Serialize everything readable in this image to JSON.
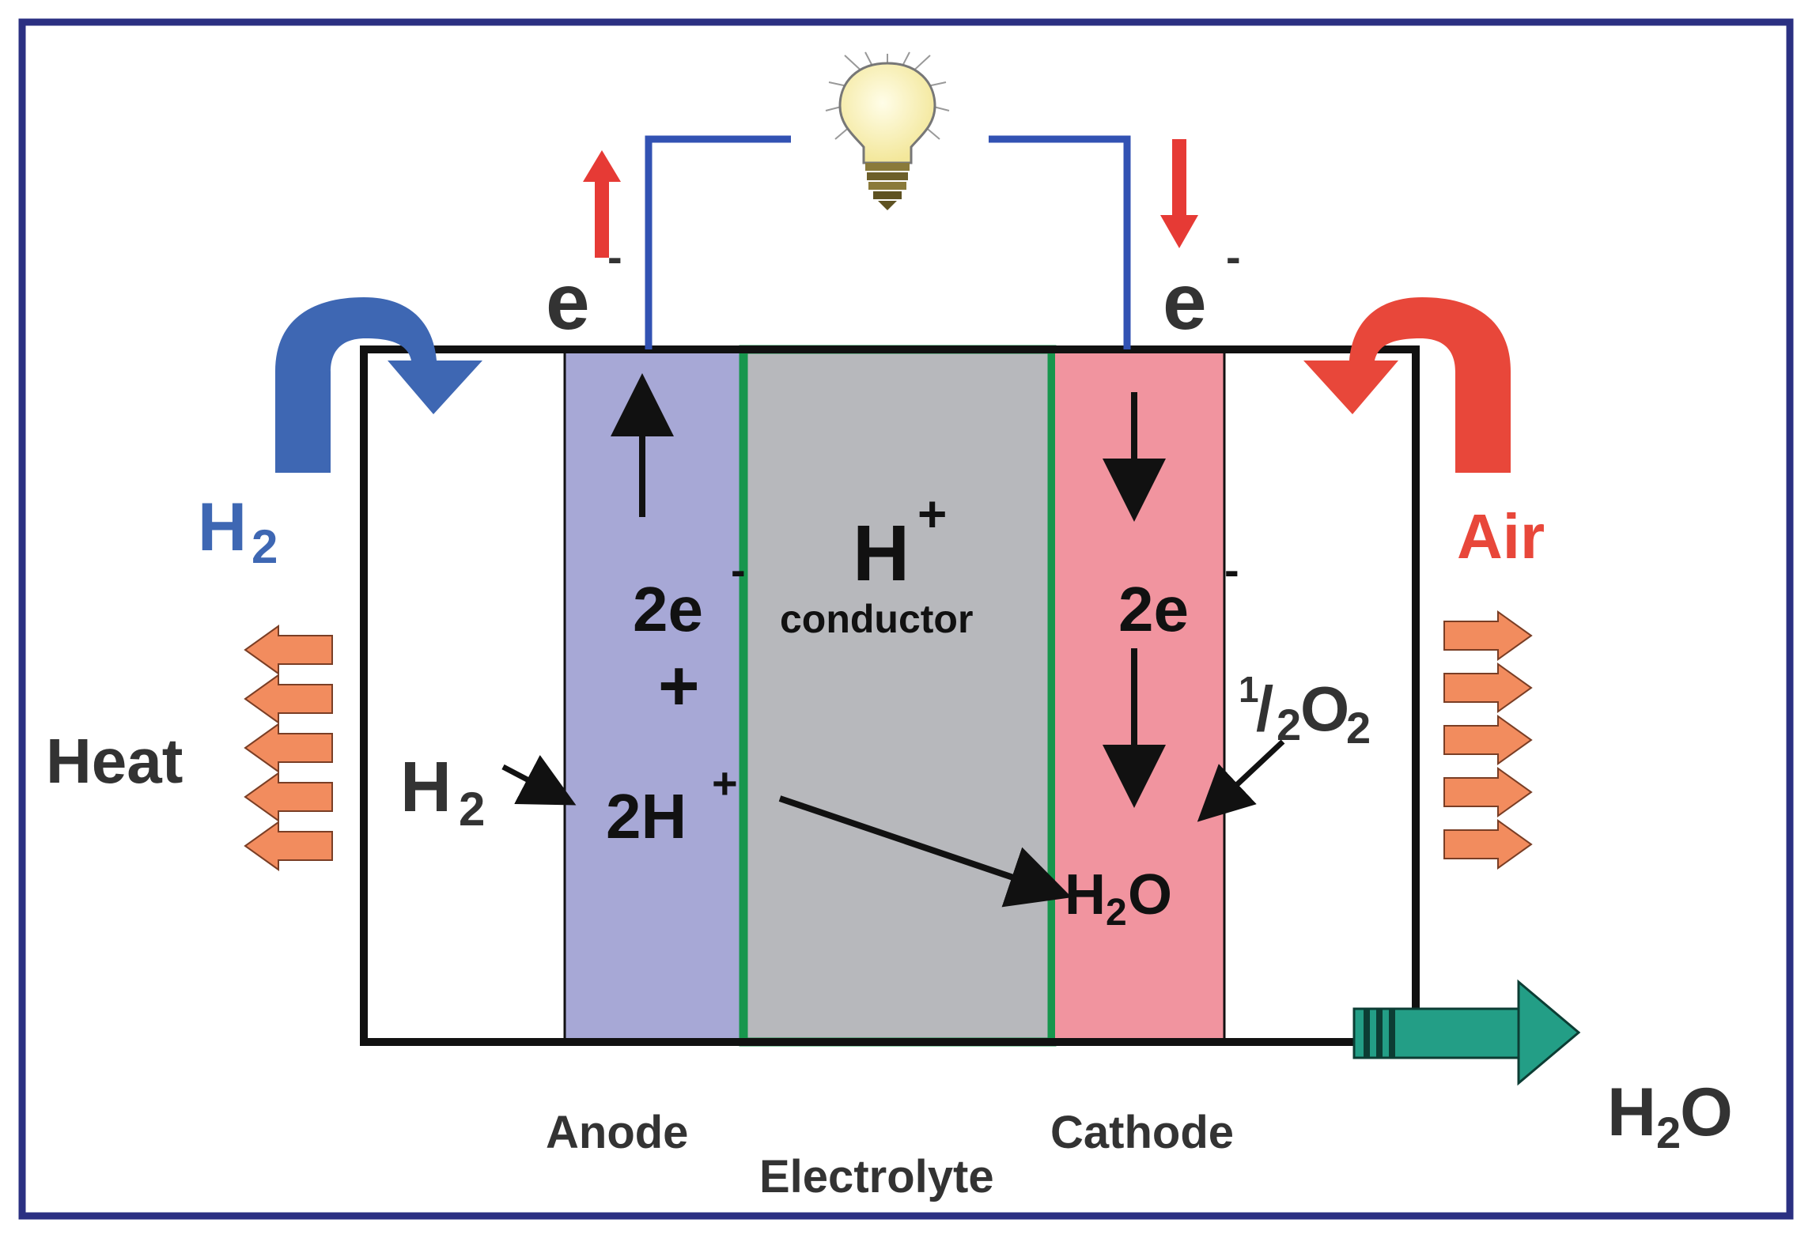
{
  "colors": {
    "frame": "#2b3082",
    "anode": "#a7a8d6",
    "cathode": "#f1949f",
    "electrolyte": "#b7b8bc",
    "electrolyte_border": "#17964d",
    "wire": "#3252b3",
    "hydrogen_arrow": "#3e67b3",
    "air_arrow": "#e8473a",
    "electron_arrow": "#e63a35",
    "heat_arrow": "#f28c5e",
    "water_arrow": "#239e86",
    "bulb": "#fbf3b5"
  },
  "icons": [
    "light-bulb-icon",
    "heat-arrow-icon",
    "flow-arrow-icon"
  ],
  "labels": {
    "electron_left": "e",
    "electron_left_sup": "-",
    "electron_right": "e",
    "electron_right_sup": "-",
    "h2_inlet": "H",
    "h2_inlet_sub": "2",
    "air_inlet": "Air",
    "heat": "Heat",
    "proton_title": "H",
    "proton_title_sup": "+",
    "proton_subtitle": "conductor",
    "anode_electrons": "2e",
    "anode_electrons_sup": "-",
    "anode_plus": "+",
    "anode_h2": "H",
    "anode_h2_sub": "2",
    "anode_protons": "2H",
    "anode_protons_sup": "+",
    "cathode_electrons": "2e",
    "cathode_electrons_sup": "-",
    "oxygen_frac_num": "1",
    "oxygen_frac_rest": "/",
    "oxygen_frac_den": "2",
    "oxygen_o": "O",
    "oxygen_sub": "2",
    "cathode_water": "H",
    "cathode_water_sub": "2",
    "cathode_water_o": "O",
    "water_outlet": "H",
    "water_outlet_sub": "2",
    "water_outlet_o": "O",
    "anode": "Anode",
    "electrolyte": "Electrolyte",
    "cathode": "Cathode"
  }
}
